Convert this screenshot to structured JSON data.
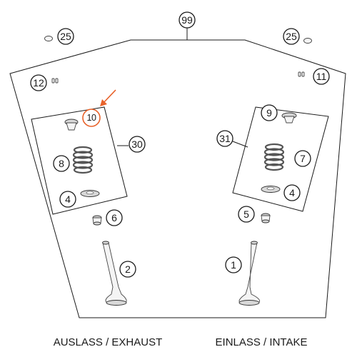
{
  "callouts": {
    "c99": "99",
    "c25_left": "25",
    "c25_right": "25",
    "c12": "12",
    "c11": "11",
    "c10": "10",
    "c30": "30",
    "c8": "8",
    "c4_left": "4",
    "c6": "6",
    "c2": "2",
    "c9": "9",
    "c31": "31",
    "c7": "7",
    "c4_right": "4",
    "c5": "5",
    "c1": "1"
  },
  "captions": {
    "exhaust": "AUSLASS / EXHAUST",
    "intake": "EINLASS / INTAKE"
  },
  "colors": {
    "highlight": "#e8622a",
    "ink": "#1a1a1a"
  }
}
